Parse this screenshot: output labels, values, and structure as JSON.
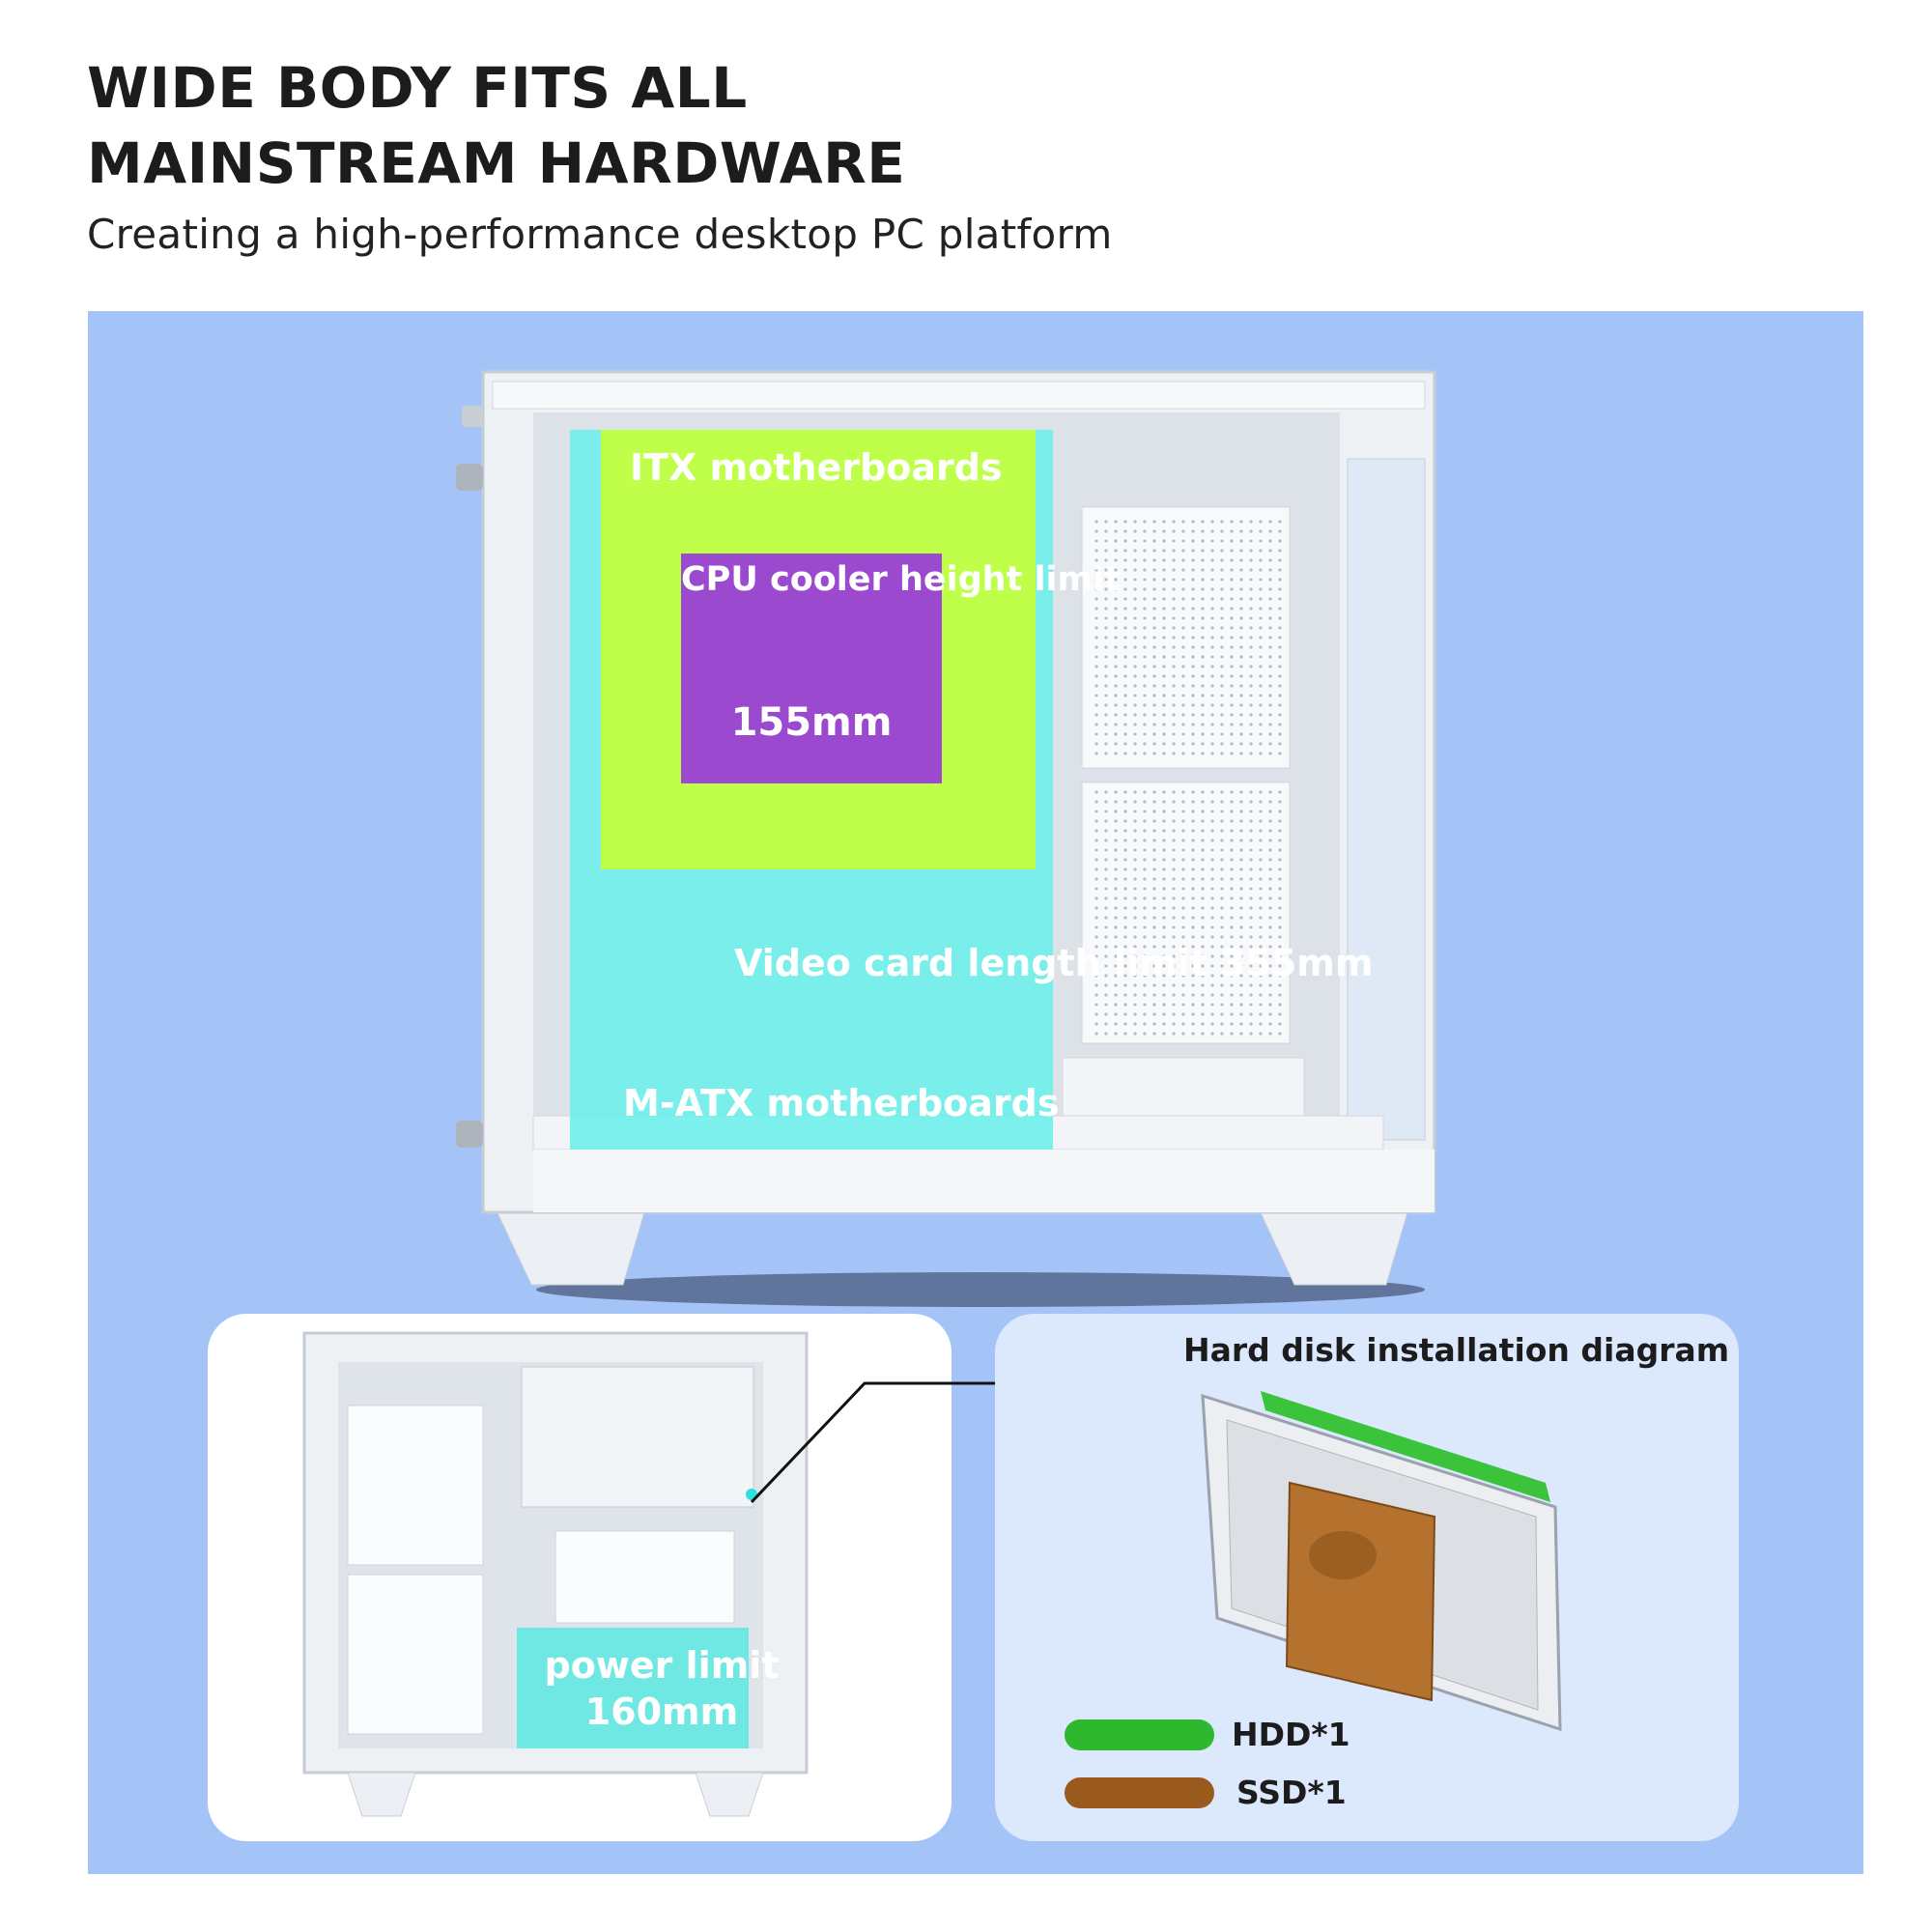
{
  "header": {
    "headline_line1": "WIDE BODY FITS ALL",
    "headline_line2": "MAINSTREAM HARDWARE",
    "subtitle": "Creating a high-performance desktop PC platform"
  },
  "case_diagram": {
    "itx_label": "ITX motherboards",
    "cooler_label": "CPU cooler height limit",
    "cooler_value": "155mm",
    "gpu_label": "Video card length limit 355mm",
    "matx_label": "M-ATX motherboards"
  },
  "psu_card": {
    "label_line1": "power limit",
    "label_line2": "160mm"
  },
  "hdd_card": {
    "title": "Hard disk installation diagram",
    "legend": [
      {
        "label": "HDD*1",
        "color": "#2db82d"
      },
      {
        "label": "SSD*1",
        "color": "#9a5a1e"
      }
    ]
  },
  "colors": {
    "panel_bg": "#a4c4f8",
    "itx_zone": "#bfff4a",
    "matx_zone": "#6ef0ea",
    "cooler_zone": "#9b49cf",
    "psu_zone": "#6fe8e3"
  }
}
